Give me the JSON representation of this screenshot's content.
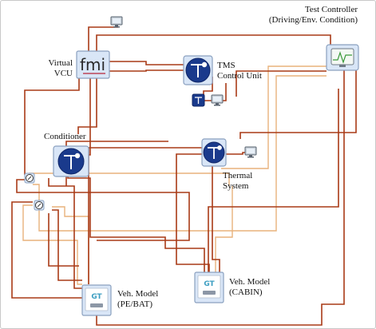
{
  "labels": {
    "test_controller": {
      "line1": "Test Controller",
      "line2": "(Driving/Env. Condition)"
    },
    "virtual_vcu": {
      "line1": "Virtual",
      "line2": "VCU"
    },
    "tms_control_unit": {
      "line1": "TMS",
      "line2": "Control Unit"
    },
    "conditioner": "Conditioner",
    "thermal_system": {
      "line1": "Thermal",
      "line2": "System"
    },
    "veh_model_pe_bat": {
      "line1": "Veh. Model",
      "line2": "(PE/BAT)"
    },
    "veh_model_cabin": {
      "line1": "Veh. Model",
      "line2": "(CABIN)"
    }
  },
  "block_marks": {
    "fmi": "fmi",
    "gt": "GT"
  },
  "colors": {
    "wire_dark": "#a93a17",
    "wire_light": "#e8b27c",
    "block_fill": "#d9e6f7",
    "block_border": "#8aa0bf",
    "control_blue": "#1a3a8c",
    "gt_teal": "#3d9ec2"
  },
  "icons": [
    "fmi-block-icon",
    "controller-icon",
    "monitor-icon",
    "scope-icon",
    "gt-model-icon",
    "probe-icon"
  ]
}
